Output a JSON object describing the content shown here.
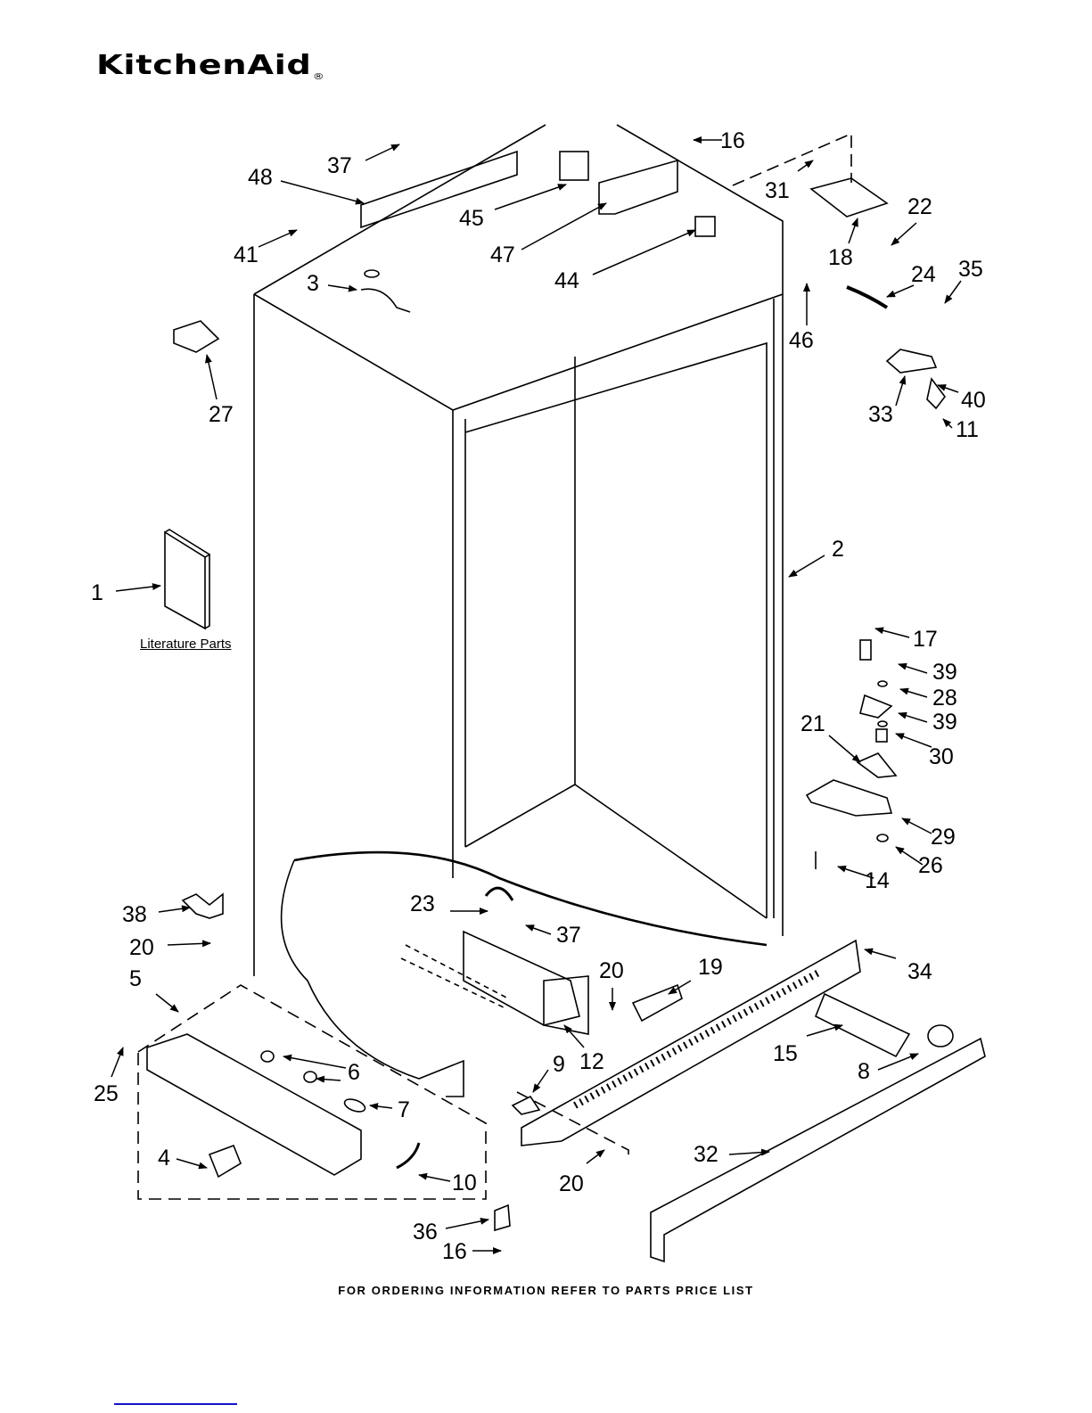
{
  "header": {
    "brand": "KitchenAid",
    "registered_mark": "®"
  },
  "diagram": {
    "literature_label": "Literature Parts",
    "callouts": [
      {
        "id": "c37a",
        "label": "37"
      },
      {
        "id": "c48",
        "label": "48"
      },
      {
        "id": "c41",
        "label": "41"
      },
      {
        "id": "c3",
        "label": "3"
      },
      {
        "id": "c45",
        "label": "45"
      },
      {
        "id": "c47",
        "label": "47"
      },
      {
        "id": "c44",
        "label": "44"
      },
      {
        "id": "c16a",
        "label": "16"
      },
      {
        "id": "c31",
        "label": "31"
      },
      {
        "id": "c22",
        "label": "22"
      },
      {
        "id": "c18",
        "label": "18"
      },
      {
        "id": "c46",
        "label": "46"
      },
      {
        "id": "c24",
        "label": "24"
      },
      {
        "id": "c35",
        "label": "35"
      },
      {
        "id": "c40",
        "label": "40"
      },
      {
        "id": "c33",
        "label": "33"
      },
      {
        "id": "c11",
        "label": "11"
      },
      {
        "id": "c27",
        "label": "27"
      },
      {
        "id": "c1",
        "label": "1"
      },
      {
        "id": "c2",
        "label": "2"
      },
      {
        "id": "c17",
        "label": "17"
      },
      {
        "id": "c39a",
        "label": "39"
      },
      {
        "id": "c28",
        "label": "28"
      },
      {
        "id": "c39b",
        "label": "39"
      },
      {
        "id": "c21",
        "label": "21"
      },
      {
        "id": "c30",
        "label": "30"
      },
      {
        "id": "c29",
        "label": "29"
      },
      {
        "id": "c26",
        "label": "26"
      },
      {
        "id": "c14",
        "label": "14"
      },
      {
        "id": "c38",
        "label": "38"
      },
      {
        "id": "c20a",
        "label": "20"
      },
      {
        "id": "c23",
        "label": "23"
      },
      {
        "id": "c37b",
        "label": "37"
      },
      {
        "id": "c20b",
        "label": "20"
      },
      {
        "id": "c19",
        "label": "19"
      },
      {
        "id": "c34",
        "label": "34"
      },
      {
        "id": "c5",
        "label": "5"
      },
      {
        "id": "c25",
        "label": "25"
      },
      {
        "id": "c6",
        "label": "6"
      },
      {
        "id": "c12",
        "label": "12"
      },
      {
        "id": "c15",
        "label": "15"
      },
      {
        "id": "c9",
        "label": "9"
      },
      {
        "id": "c8",
        "label": "8"
      },
      {
        "id": "c7",
        "label": "7"
      },
      {
        "id": "c4",
        "label": "4"
      },
      {
        "id": "c10",
        "label": "10"
      },
      {
        "id": "c20c",
        "label": "20"
      },
      {
        "id": "c32",
        "label": "32"
      },
      {
        "id": "c36",
        "label": "36"
      },
      {
        "id": "c16b",
        "label": "16"
      }
    ]
  },
  "footer": {
    "note": "FOR ORDERING INFORMATION REFER TO PARTS PRICE LIST"
  }
}
